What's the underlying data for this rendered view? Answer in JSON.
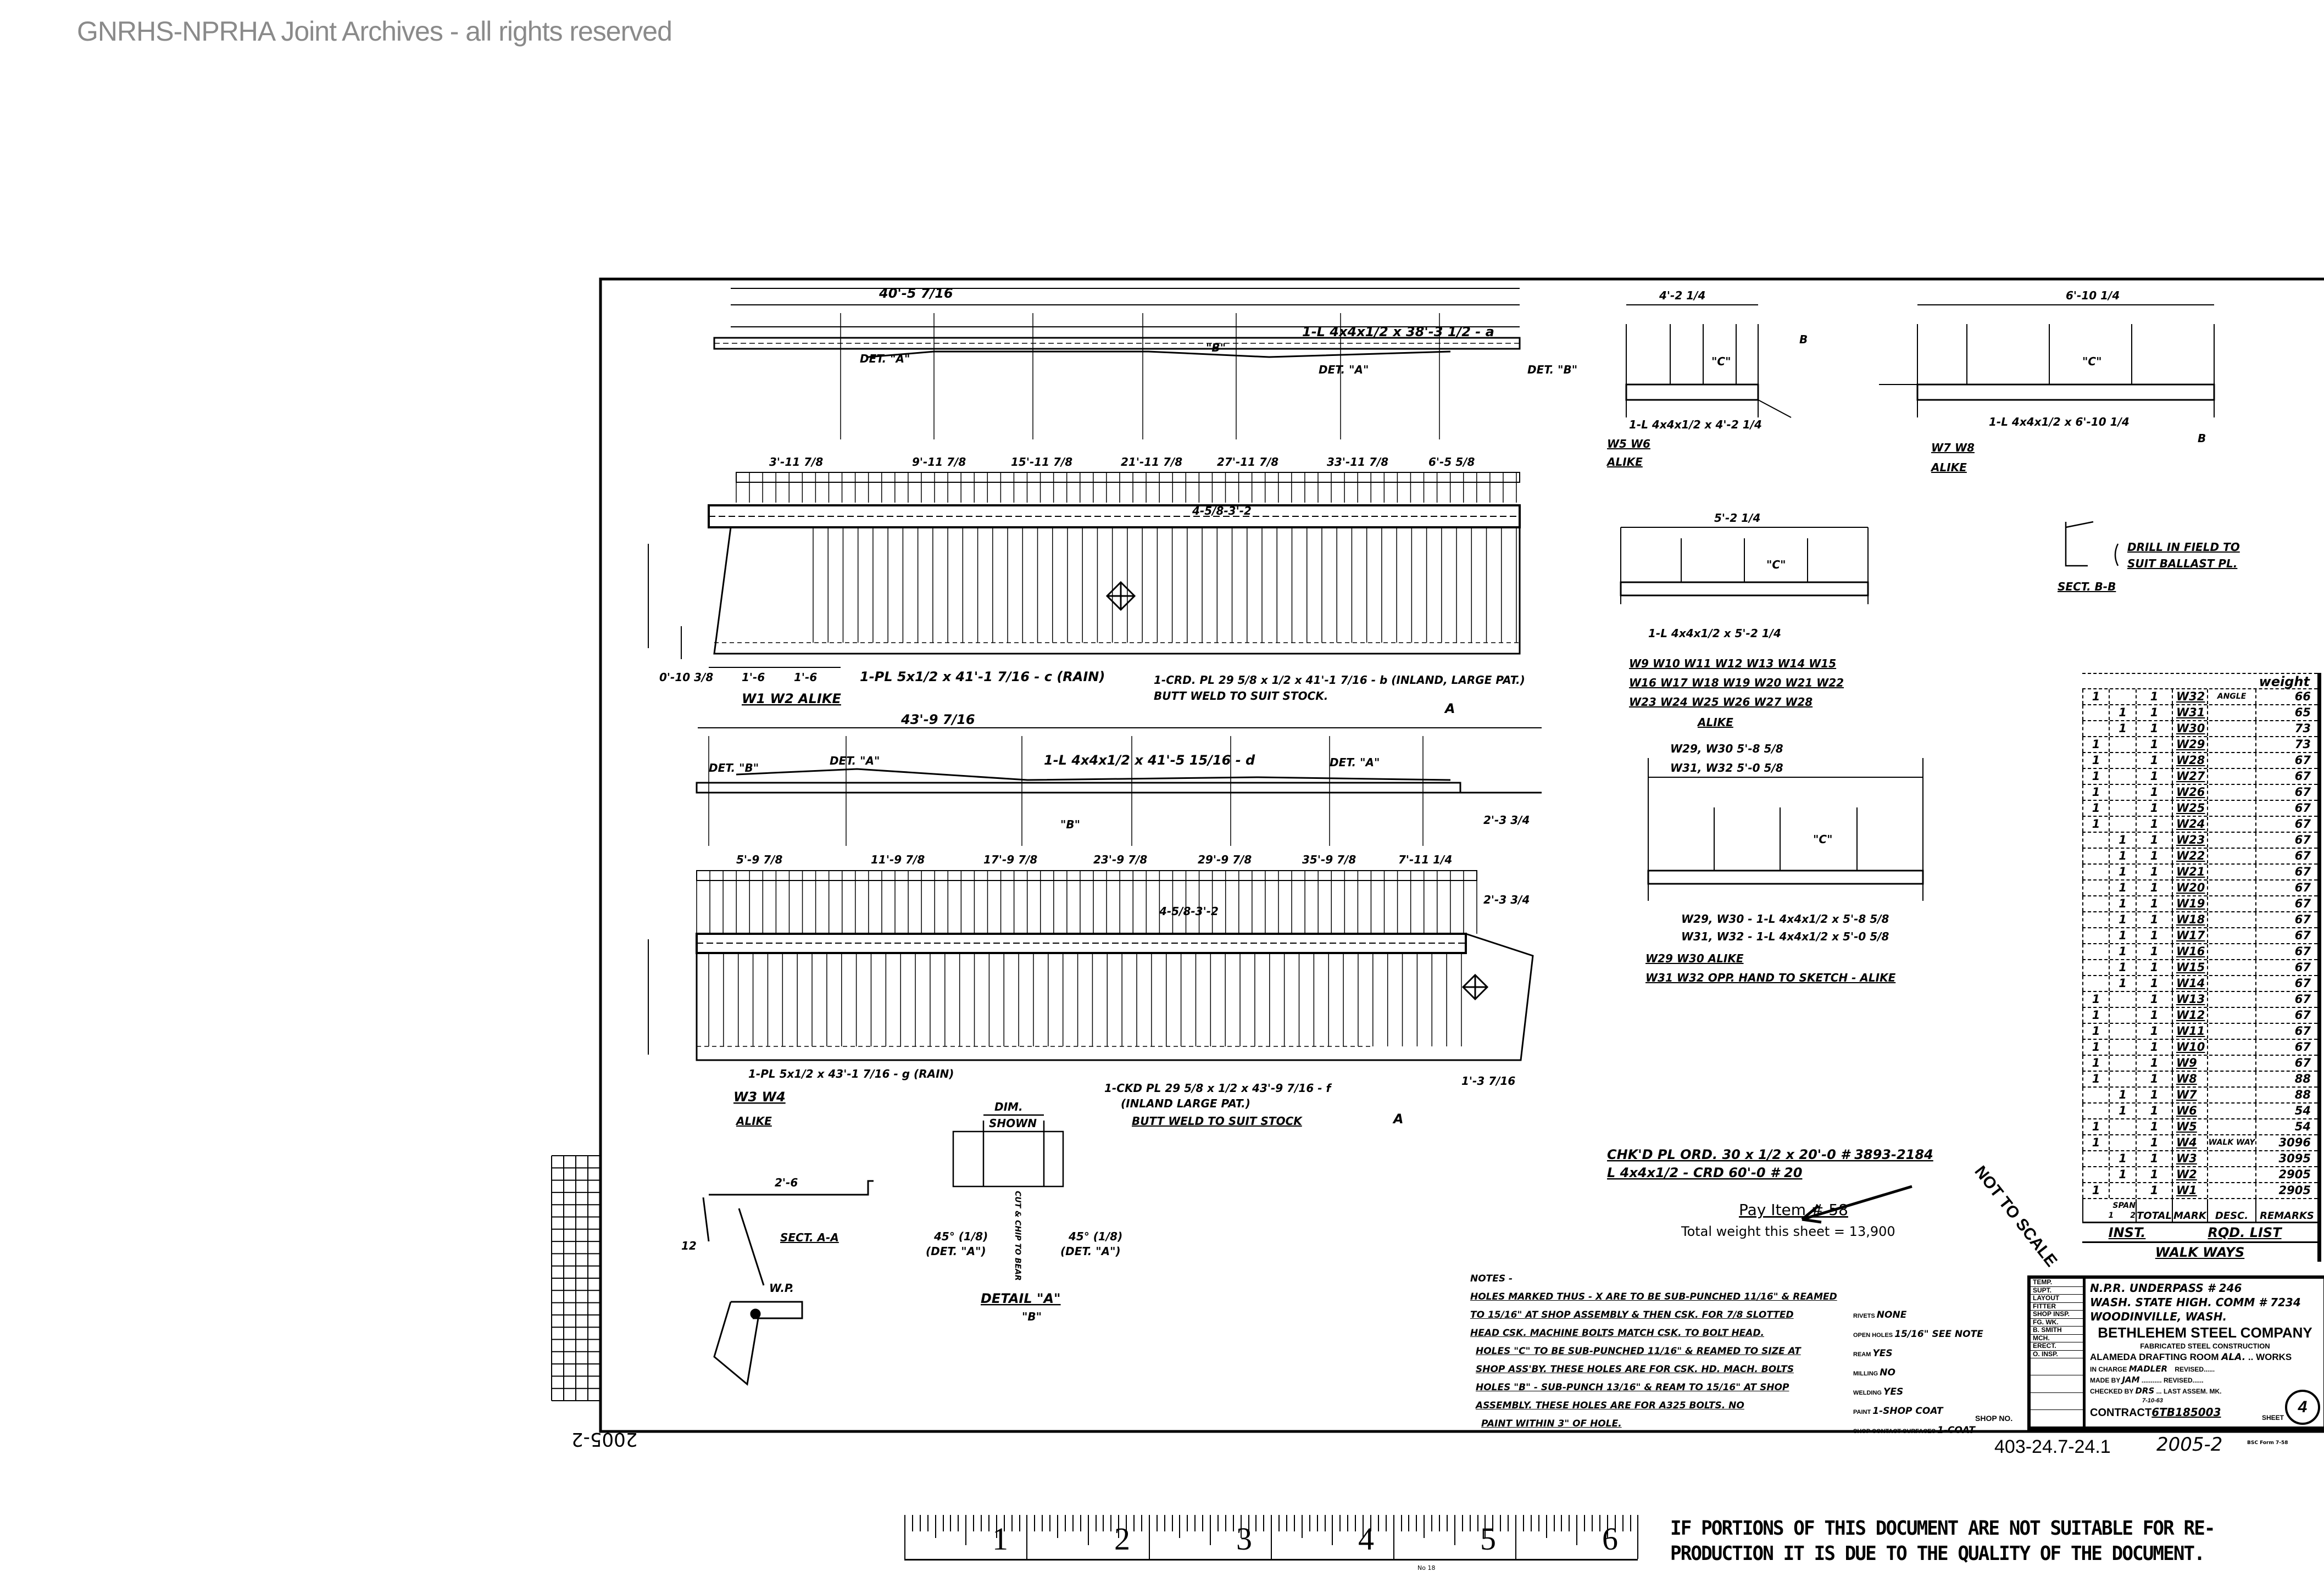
{
  "watermark": "GNRHS-NPRHA Joint Archives - all rights reserved",
  "beam_top": {
    "overall": "40'-5 7/16",
    "angle": "1-L 4x4x1/2 x 38'-3 1/2 - a",
    "det_a_1": "DET. \"A\"",
    "det_a_2": "DET. \"A\"",
    "det_b": "DET. \"B\"",
    "b_mark": "\"B\"",
    "stations": [
      "3'-11 7/8",
      "9'-11 7/8",
      "15'-11 7/8",
      "21'-11 7/8",
      "27'-11 7/8",
      "33'-11 7/8",
      "6'-5 5/8"
    ],
    "hole_note": "4-5/8-3'-2",
    "plate": "1-PL 5x1/2 x 41'-1 7/16 - c (RAIN)",
    "crd_plate": "1-CRD. PL 29 5/8 x 1/2 x 41'-1 7/16 - b (INLAND, LARGE PAT.)",
    "butt_weld": "BUTT WELD TO SUIT STOCK.",
    "marks": "W1  W2  ALIKE",
    "section_arrow": "A",
    "end_dims": [
      "0'-10 3/8",
      "1'-6",
      "1'-6"
    ]
  },
  "beam_bottom": {
    "overall": "43'-9 7/16",
    "angle": "1-L 4x4x1/2 x 41'-5 15/16 - d",
    "det_b": "DET. \"B\"",
    "det_a_1": "DET. \"A\"",
    "det_a_2": "DET. \"A\"",
    "b_mark": "\"B\"",
    "end_offset": "2'-3 3/4",
    "stations": [
      "5'-9 7/8",
      "11'-9 7/8",
      "17'-9 7/8",
      "23'-9 7/8",
      "29'-9 7/8",
      "35'-9 7/8",
      "7'-11 1/4"
    ],
    "hole_note": "4-5/8-3'-2",
    "end_offset_2": "2'-3 3/4",
    "plate": "1-PL 5x1/2 x 43'-1 7/16 - g (RAIN)",
    "ckd_plate": "1-CKD PL 29 5/8 x 1/2 x 43'-9 7/16 - f",
    "inland": "(INLAND LARGE PAT.)",
    "butt_weld": "BUTT WELD TO SUIT STOCK",
    "marks": "W3  W4",
    "alike": "ALIKE",
    "section_arrow": "A",
    "end_dim": "1'-3 7/16"
  },
  "w5w6": {
    "length": "4'-2 1/4",
    "angle": "1-L 4x4x1/2 x 4'-2 1/4",
    "marks": "W5  W6",
    "alike": "ALIKE",
    "c": "\"C\"",
    "b": "B"
  },
  "w7w8": {
    "length": "6'-10 1/4",
    "angle": "1-L 4x4x1/2 x 6'-10 1/4",
    "marks": "W7  W8",
    "alike": "ALIKE",
    "c": "\"C\"",
    "b": "B"
  },
  "w9w28": {
    "length": "5'-2 1/4",
    "angle": "1-L 4x4x1/2 x 5'-2 1/4",
    "c": "\"C\"",
    "mark_rows": [
      "W9   W10   W11   W12   W13   W14   W15",
      "W16   W17   W18   W19   W20   W21   W22",
      "W23   W24   W25   W26   W27   W28"
    ],
    "alike": "ALIKE"
  },
  "w29w32": {
    "len_a": "W29, W30    5'-8 5/8",
    "len_b": "W31, W32    5'-0 5/8",
    "c": "\"C\"",
    "desc_a": "W29, W30 - 1-L 4x4x1/2 x 5'-8 5/8",
    "desc_b": "W31, W32 - 1-L 4x4x1/2 x 5'-0 5/8",
    "alike_a": "W29  W30  ALIKE",
    "alike_b": "W31  W32  OPP. HAND TO SKETCH - ALIKE"
  },
  "sect_bb": {
    "note_1": "DRILL IN FIELD TO",
    "note_2": "SUIT BALLAST PL.",
    "title": "SECT. B-B"
  },
  "sect_aa": {
    "dim": "2'-6",
    "title": "SECT. A-A",
    "wp": "W.P.",
    "slope": "12"
  },
  "detail_a": {
    "dim_1": "DIM.",
    "dim_2": "SHOWN",
    "cut": "CUT & CHIP TO BEAR",
    "angle_l": "45° (1/8)",
    "det_l": "(DET. \"A\")",
    "angle_r": "45° (1/8)",
    "det_r": "(DET. \"A\")",
    "title": "DETAIL \"A\"",
    "sub": "\"B\""
  },
  "order": {
    "line_1": "CHK'D PL ORD. 30 x 1/2 x 20'-0 # 3893-2184",
    "line_2": "L 4x4x1/2 - CRD 60'-0 # 20",
    "pay_item": "Pay Item # 58",
    "total_weight": "Total weight this sheet = 13,900",
    "not_to_scale": "NOT TO SCALE"
  },
  "notes": {
    "heading": "NOTES -",
    "lines": [
      "HOLES MARKED THUS - X ARE TO BE SUB-PUNCHED 11/16\" & REAMED",
      "TO 15/16\" AT SHOP ASSEMBLY & THEN CSK. FOR 7/8 SLOTTED",
      "HEAD CSK. MACHINE BOLTS   MATCH CSK. TO BOLT HEAD.",
      "HOLES \"C\" TO BE SUB-PUNCHED 11/16\" & REAMED TO SIZE AT",
      "SHOP ASS'BY.  THESE HOLES ARE FOR CSK. HD. MACH. BOLTS",
      "HOLES \"B\" - SUB-PUNCH 13/16\" & REAM TO 15/16\" AT SHOP",
      "ASSEMBLY.  THESE HOLES ARE FOR A325 BOLTS.  NO",
      "PAINT WITHIN 3\" OF HOLE."
    ]
  },
  "spec": [
    {
      "label": "RIVETS",
      "value": "NONE"
    },
    {
      "label": "OPEN HOLES",
      "value": "15/16\" SEE NOTE"
    },
    {
      "label": "REAM",
      "value": "YES"
    },
    {
      "label": "MILLING",
      "value": "NO"
    },
    {
      "label": "WELDING",
      "value": "YES"
    },
    {
      "label": "PAINT",
      "value": "1-SHOP COAT"
    },
    {
      "label": "SHOP CONTACT SURFACES",
      "value": "1-COAT"
    }
  ],
  "bill": {
    "weight_header": "weight",
    "rows": [
      {
        "s1": "1",
        "s2": "",
        "total": "1",
        "mark": "W32",
        "desc": "ANGLE",
        "weight": "66"
      },
      {
        "s1": "",
        "s2": "1",
        "total": "1",
        "mark": "W31",
        "desc": "",
        "weight": "65"
      },
      {
        "s1": "",
        "s2": "1",
        "total": "1",
        "mark": "W30",
        "desc": "",
        "weight": "73"
      },
      {
        "s1": "1",
        "s2": "",
        "total": "1",
        "mark": "W29",
        "desc": "",
        "weight": "73"
      },
      {
        "s1": "1",
        "s2": "",
        "total": "1",
        "mark": "W28",
        "desc": "",
        "weight": "67"
      },
      {
        "s1": "1",
        "s2": "",
        "total": "1",
        "mark": "W27",
        "desc": "",
        "weight": "67"
      },
      {
        "s1": "1",
        "s2": "",
        "total": "1",
        "mark": "W26",
        "desc": "",
        "weight": "67"
      },
      {
        "s1": "1",
        "s2": "",
        "total": "1",
        "mark": "W25",
        "desc": "",
        "weight": "67"
      },
      {
        "s1": "1",
        "s2": "",
        "total": "1",
        "mark": "W24",
        "desc": "",
        "weight": "67"
      },
      {
        "s1": "",
        "s2": "1",
        "total": "1",
        "mark": "W23",
        "desc": "",
        "weight": "67"
      },
      {
        "s1": "",
        "s2": "1",
        "total": "1",
        "mark": "W22",
        "desc": "",
        "weight": "67"
      },
      {
        "s1": "",
        "s2": "1",
        "total": "1",
        "mark": "W21",
        "desc": "",
        "weight": "67"
      },
      {
        "s1": "",
        "s2": "1",
        "total": "1",
        "mark": "W20",
        "desc": "",
        "weight": "67"
      },
      {
        "s1": "",
        "s2": "1",
        "total": "1",
        "mark": "W19",
        "desc": "",
        "weight": "67"
      },
      {
        "s1": "",
        "s2": "1",
        "total": "1",
        "mark": "W18",
        "desc": "",
        "weight": "67"
      },
      {
        "s1": "",
        "s2": "1",
        "total": "1",
        "mark": "W17",
        "desc": "",
        "weight": "67"
      },
      {
        "s1": "",
        "s2": "1",
        "total": "1",
        "mark": "W16",
        "desc": "",
        "weight": "67"
      },
      {
        "s1": "",
        "s2": "1",
        "total": "1",
        "mark": "W15",
        "desc": "",
        "weight": "67"
      },
      {
        "s1": "",
        "s2": "1",
        "total": "1",
        "mark": "W14",
        "desc": "",
        "weight": "67"
      },
      {
        "s1": "1",
        "s2": "",
        "total": "1",
        "mark": "W13",
        "desc": "",
        "weight": "67"
      },
      {
        "s1": "1",
        "s2": "",
        "total": "1",
        "mark": "W12",
        "desc": "",
        "weight": "67"
      },
      {
        "s1": "1",
        "s2": "",
        "total": "1",
        "mark": "W11",
        "desc": "",
        "weight": "67"
      },
      {
        "s1": "1",
        "s2": "",
        "total": "1",
        "mark": "W10",
        "desc": "",
        "weight": "67"
      },
      {
        "s1": "1",
        "s2": "",
        "total": "1",
        "mark": "W9",
        "desc": "",
        "weight": "67"
      },
      {
        "s1": "1",
        "s2": "",
        "total": "1",
        "mark": "W8",
        "desc": "",
        "weight": "88"
      },
      {
        "s1": "",
        "s2": "1",
        "total": "1",
        "mark": "W7",
        "desc": "",
        "weight": "88"
      },
      {
        "s1": "",
        "s2": "1",
        "total": "1",
        "mark": "W6",
        "desc": "",
        "weight": "54"
      },
      {
        "s1": "1",
        "s2": "",
        "total": "1",
        "mark": "W5",
        "desc": "",
        "weight": "54"
      },
      {
        "s1": "1",
        "s2": "",
        "total": "1",
        "mark": "W4",
        "desc": "WALK WAY",
        "weight": "3096"
      },
      {
        "s1": "",
        "s2": "1",
        "total": "1",
        "mark": "W3",
        "desc": "",
        "weight": "3095"
      },
      {
        "s1": "",
        "s2": "1",
        "total": "1",
        "mark": "W2",
        "desc": "",
        "weight": "2905"
      },
      {
        "s1": "1",
        "s2": "",
        "total": "1",
        "mark": "W1",
        "desc": "",
        "weight": "2905"
      }
    ],
    "footer": {
      "span": "SPAN",
      "span_1": "1",
      "span_2": "2",
      "total": "TOTAL",
      "mark": "MARK",
      "desc": "DESC.",
      "remarks": "REMARKS"
    },
    "inst": "INST.",
    "rqd": "RQD. LIST",
    "walk_ways": "WALK WAYS"
  },
  "title_block": {
    "left_labels": [
      "TEMP.",
      "SUPT.",
      "LAYOUT",
      "FITTER",
      "SHOP INSP.",
      "FG. WK.",
      "B. SMITH",
      "MCH.",
      "ERECT.",
      "O. INSP."
    ],
    "project_1": "N.P.R. UNDERPASS # 246",
    "project_2": "WASH. STATE HIGH. COMM # 7234",
    "project_3": "WOODINVILLE, WASH.",
    "company": "BETHLEHEM STEEL COMPANY",
    "fabricated": "FABRICATED STEEL CONSTRUCTION",
    "room_prefix": "ALAMEDA DRAFTING ROOM",
    "works": "ALA.",
    "room_suffix": "WORKS",
    "in_charge_label": "IN CHARGE",
    "in_charge": "MADLER",
    "revised_label": "REVISED",
    "made_by_label": "MADE BY",
    "made_by": "JAM",
    "checked_by_label": "CHECKED BY",
    "checked_by": "DRS",
    "checked_date": "7-10-63",
    "last_mk_label": "LAST ASSEM. MK.",
    "contract_label": "CONTRACT",
    "contract": "6TB185003",
    "sheet_label": "SHEET",
    "sheet": "4",
    "shop_no": "SHOP NO."
  },
  "drawing_number": "403-24.7-24.1",
  "drawing_ref": "2005-2",
  "form_number": "BSC Form 7-58",
  "rotated_ref": "2005-2",
  "ruler": {
    "numbers": [
      "1",
      "2",
      "3",
      "4",
      "5",
      "6"
    ],
    "maker": "No 18"
  },
  "disclaimer": [
    "IF PORTIONS OF THIS DOCUMENT ARE NOT SUITABLE FOR RE-",
    "PRODUCTION IT IS DUE TO THE QUALITY OF THE DOCUMENT."
  ]
}
